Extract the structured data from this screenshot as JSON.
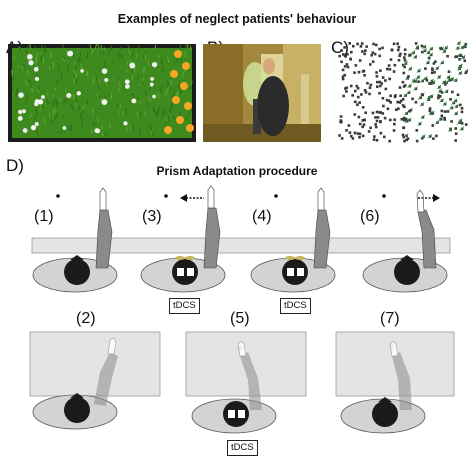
{
  "header": {
    "title": "Examples of neglect patients' behaviour"
  },
  "panels": {
    "a": {
      "label": "A)"
    },
    "b": {
      "label": "B)"
    },
    "c": {
      "label": "C)"
    },
    "d": {
      "label": "D)"
    }
  },
  "procedure": {
    "title": "Prism Adaptation procedure",
    "steps_top": [
      {
        "label": "(1)"
      },
      {
        "label": "(3)"
      },
      {
        "label": "(4)"
      },
      {
        "label": "(6)"
      }
    ],
    "steps_bottom": [
      {
        "label": "(2)"
      },
      {
        "label": "(5)"
      },
      {
        "label": "(7)"
      }
    ],
    "tdcs_label": "tDCS"
  },
  "colors": {
    "grass": "#3f8a1f",
    "flower_white": "#f2f2f2",
    "flower_orange": "#f5a623",
    "arm_grey": "#8a8a8a",
    "bar_grey": "#e2e2e2",
    "oval_grey": "#d0d0d0",
    "head_black": "#1a1a1a"
  }
}
